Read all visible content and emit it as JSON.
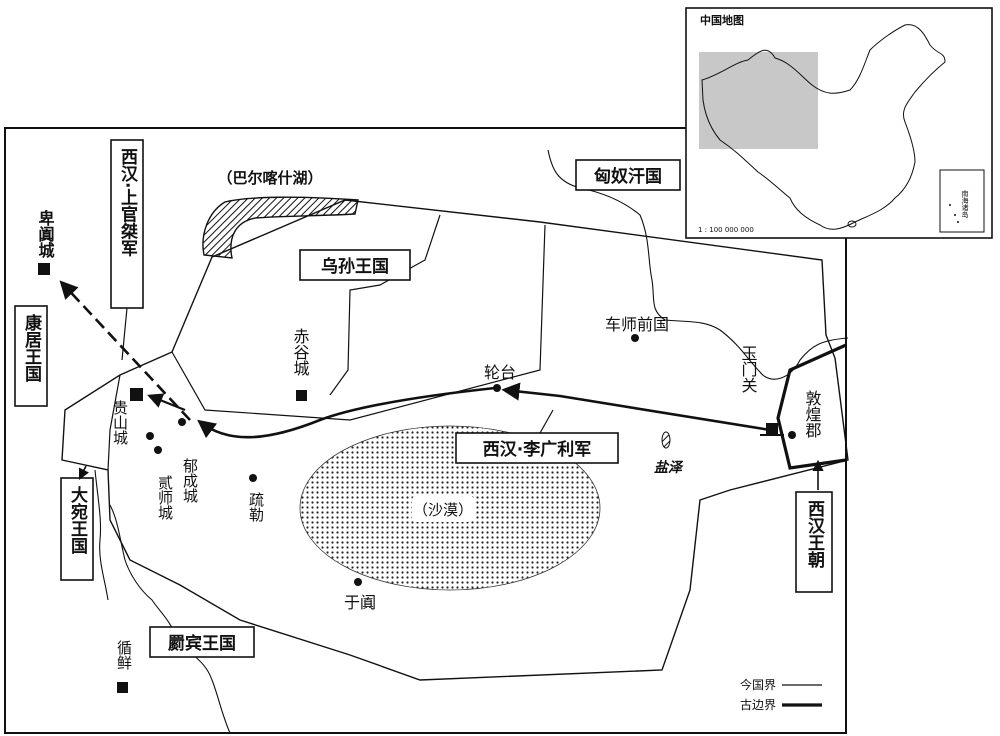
{
  "map": {
    "lake_label": "（巴尔喀什湖）",
    "desert_label": "（沙漠）",
    "salt_lake_label": "盐泽",
    "boxes": {
      "wusun": "乌孙王国",
      "xiongnu": "匈奴汗国",
      "kangju": "康居王国",
      "dayuan": "大宛王国",
      "jibin": "罽宾王国",
      "western_han": "西汉王朝",
      "shangguan_army": "西汉·上官桀军",
      "liguangli_army": "西汉·李广利军"
    },
    "places": {
      "bitian": "卑阗城",
      "chigu": "赤谷城",
      "cheshi": "车师前国",
      "luntai": "轮台",
      "yumen": "玉门关",
      "dunhuang": "敦煌郡",
      "guishan": "贵山城",
      "yucheng": "郁成城",
      "ershi": "贰师城",
      "shule": "疏勒",
      "yutian": "于阗",
      "xunxian": "循鲜"
    },
    "legend": {
      "modern_border": "今国界",
      "ancient_border": "古边界"
    }
  },
  "inset": {
    "title": "中国地图",
    "scale": "1 : 100 000 000",
    "south_sea": "南海诸岛"
  }
}
